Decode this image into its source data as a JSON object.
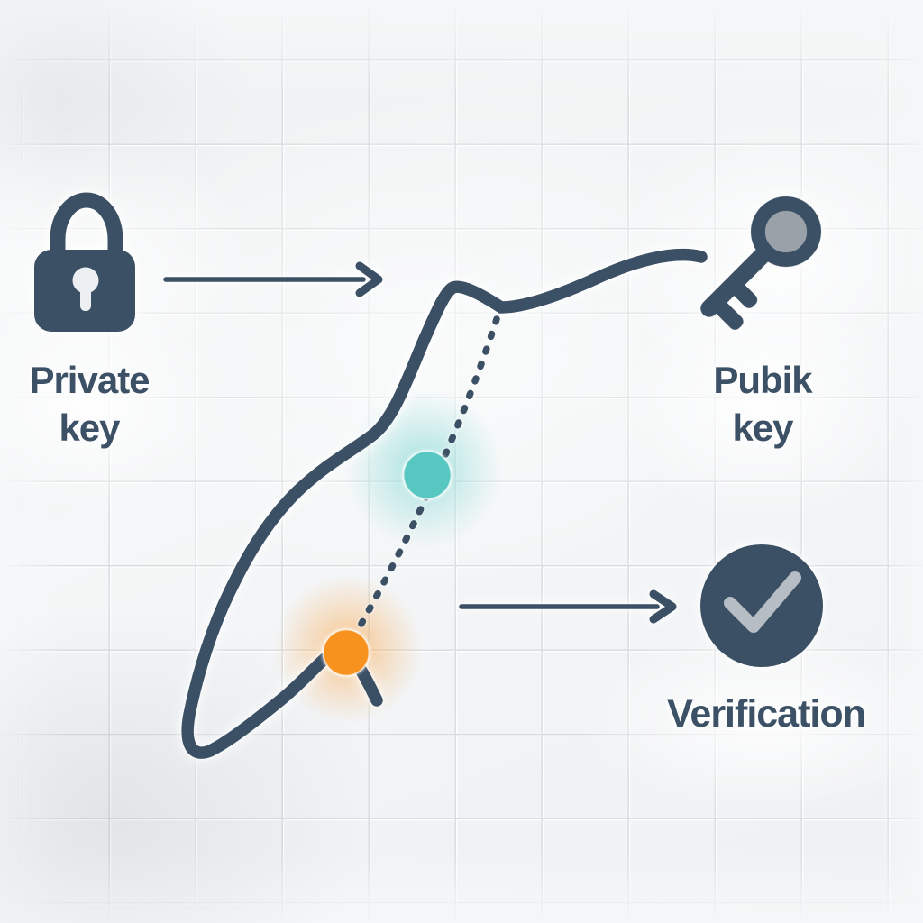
{
  "labels": {
    "private_key": {
      "lines": [
        "Private",
        "key"
      ]
    },
    "public_key": {
      "lines": [
        "Pubik",
        "key"
      ]
    },
    "verification": {
      "lines": [
        "Verification"
      ]
    }
  },
  "icons": {
    "lock": "lock-icon",
    "key": "key-icon",
    "check": "check-circle-icon",
    "arrow_top": "arrow-right-icon",
    "arrow_bottom": "arrow-right-icon"
  },
  "diagram": {
    "elements": [
      "grid-background",
      "elliptic-curve",
      "dotted-secant-line",
      "teal-point",
      "orange-point"
    ],
    "connections": [
      {
        "from": "private-key",
        "to": "public-key",
        "via": "arrow"
      },
      {
        "from": "curve-points",
        "to": "verification",
        "via": "arrow"
      }
    ]
  },
  "colors": {
    "slate": "#3c5065",
    "text": "#3d5166",
    "teal": "#57c8c1",
    "orange": "#f8921f",
    "check_mark": "#b6bdc4",
    "key_ring_center": "#9aa1a9",
    "keyhole": "#edf0f3",
    "grid_line": "#d5d8db",
    "background": "#f1f3f4"
  }
}
